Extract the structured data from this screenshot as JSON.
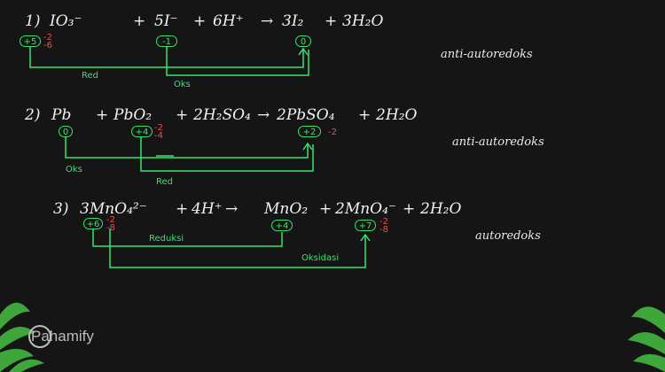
{
  "eq1": {
    "number": "1)",
    "terms": [
      "IO₃⁻",
      "+",
      "5I⁻",
      "+",
      "6H⁺",
      "→",
      "3I₂",
      "+",
      "3H₂O"
    ],
    "ox_states": [
      "+5",
      "-1",
      "0"
    ],
    "oxygen_marks": [
      "-2",
      "-6"
    ],
    "label_red": "Red",
    "label_oks": "Oks",
    "type": "anti-autoredoks"
  },
  "eq2": {
    "number": "2)",
    "terms": [
      "Pb",
      "+",
      "PbO₂",
      "+",
      "2H₂SO₄",
      "→",
      "2PbSO₄",
      "+",
      "2H₂O"
    ],
    "ox_states": [
      "0",
      "+4",
      "+2"
    ],
    "oxygen_marks_left": [
      "-2",
      "-4"
    ],
    "oxygen_marks_right": [
      "-2"
    ],
    "label_oks": "Oks",
    "label_red": "Red",
    "type": "anti-autoredoks"
  },
  "eq3": {
    "number": "3)",
    "terms": [
      "3MnO₄²⁻",
      "+",
      "4H⁺",
      "→",
      "MnO₂",
      "+",
      "2MnO₄⁻",
      "+",
      "2H₂O"
    ],
    "ox_states": [
      "+6",
      "+4",
      "+7"
    ],
    "oxygen_marks_left": [
      "-2",
      "-8"
    ],
    "oxygen_marks_right": [
      "-2",
      "-8"
    ],
    "label_reduksi": "Reduksi",
    "label_oksidasi": "Oksidasi",
    "type": "autoredoks"
  },
  "brand": {
    "name": "Pahamify"
  },
  "colors": {
    "background": "#151515",
    "ink": "#f2f2f2",
    "state": "#36e36e",
    "oxygen": "#e85050",
    "plant": "#3ea63a"
  }
}
